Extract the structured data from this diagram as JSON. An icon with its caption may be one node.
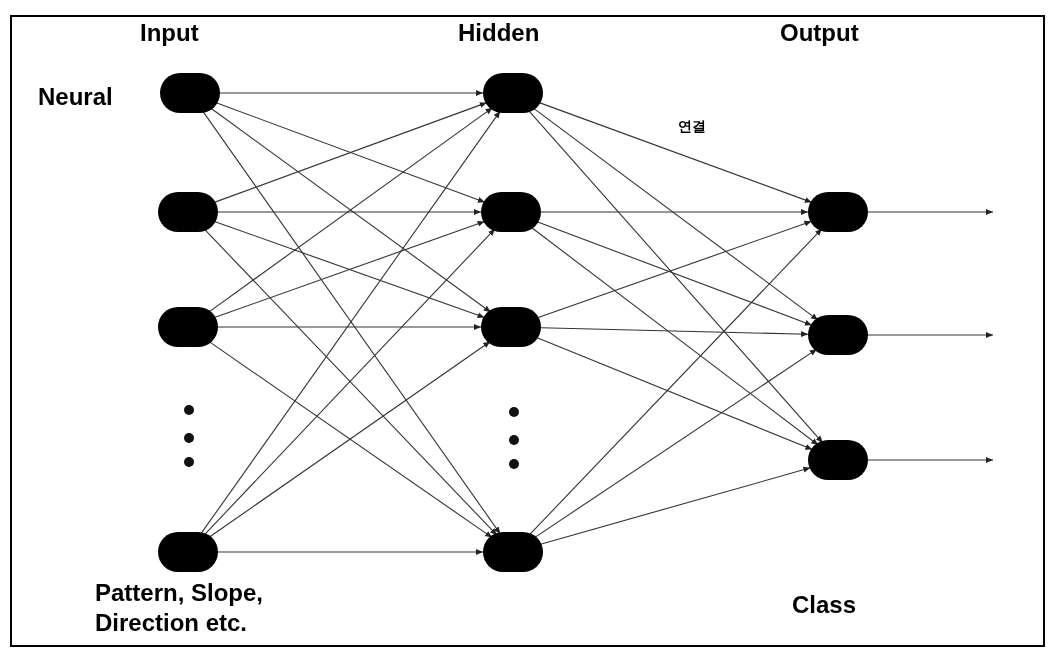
{
  "diagram": {
    "nodes": [
      {
        "text": [],
        "shape": "circle",
        "beside": [
          "Neural"
        ]
      },
      {
        "text": [],
        "shape": "circle"
      },
      {
        "text": [],
        "shape": "circle"
      },
      {
        "text": [],
        "shape": "circle"
      },
      {
        "text": [],
        "shape": "circle"
      },
      {
        "text": [],
        "shape": "circle"
      },
      {
        "text": [],
        "shape": "circle"
      },
      {
        "text": [],
        "shape": "circle"
      },
      {
        "text": [],
        "shape": "circle"
      },
      {
        "text": [],
        "shape": "circle"
      },
      {
        "text": [],
        "shape": "circle"
      }
    ],
    "edges": [
      {
        "from": 0,
        "to": 4,
        "arrow": "to"
      },
      {
        "from": 0,
        "to": 5,
        "arrow": "to"
      },
      {
        "from": 0,
        "to": 6,
        "arrow": "to"
      },
      {
        "from": 0,
        "to": 7,
        "arrow": "to"
      },
      {
        "from": 1,
        "to": 4,
        "arrow": "to"
      },
      {
        "from": 1,
        "to": 5,
        "arrow": "to"
      },
      {
        "from": 1,
        "to": 6,
        "arrow": "to"
      },
      {
        "from": 1,
        "to": 7,
        "arrow": "to"
      },
      {
        "from": 2,
        "to": 4,
        "arrow": "to"
      },
      {
        "from": 2,
        "to": 5,
        "arrow": "to"
      },
      {
        "from": 2,
        "to": 6,
        "arrow": "to"
      },
      {
        "from": 2,
        "to": 7,
        "arrow": "to"
      },
      {
        "from": 3,
        "to": 4,
        "arrow": "to"
      },
      {
        "from": 3,
        "to": 5,
        "arrow": "to"
      },
      {
        "from": 3,
        "to": 6,
        "arrow": "to"
      },
      {
        "from": 3,
        "to": 7,
        "arrow": "to"
      },
      {
        "from": 4,
        "to": 8,
        "arrow": "to",
        "label": "연결"
      },
      {
        "from": 4,
        "to": 9,
        "arrow": "to"
      },
      {
        "from": 4,
        "to": 10,
        "arrow": "to"
      },
      {
        "from": 5,
        "to": 8,
        "arrow": "to"
      },
      {
        "from": 5,
        "to": 9,
        "arrow": "to"
      },
      {
        "from": 5,
        "to": 10,
        "arrow": "to"
      },
      {
        "from": 6,
        "to": 8,
        "arrow": "to"
      },
      {
        "from": 6,
        "to": 9,
        "arrow": "to"
      },
      {
        "from": 6,
        "to": 10,
        "arrow": "to"
      },
      {
        "from": 7,
        "to": 8,
        "arrow": "to"
      },
      {
        "from": 7,
        "to": 9,
        "arrow": "to"
      },
      {
        "from": 7,
        "to": 10,
        "arrow": "to"
      },
      {
        "from": 8,
        "to": null,
        "arrow": "to"
      },
      {
        "from": 9,
        "to": null,
        "arrow": "to"
      },
      {
        "from": 10,
        "to": null,
        "arrow": "to"
      }
    ],
    "labels": [
      "Input",
      "Hidden",
      "Output",
      "Pattern, Slope, Direction etc.",
      "Class"
    ]
  }
}
